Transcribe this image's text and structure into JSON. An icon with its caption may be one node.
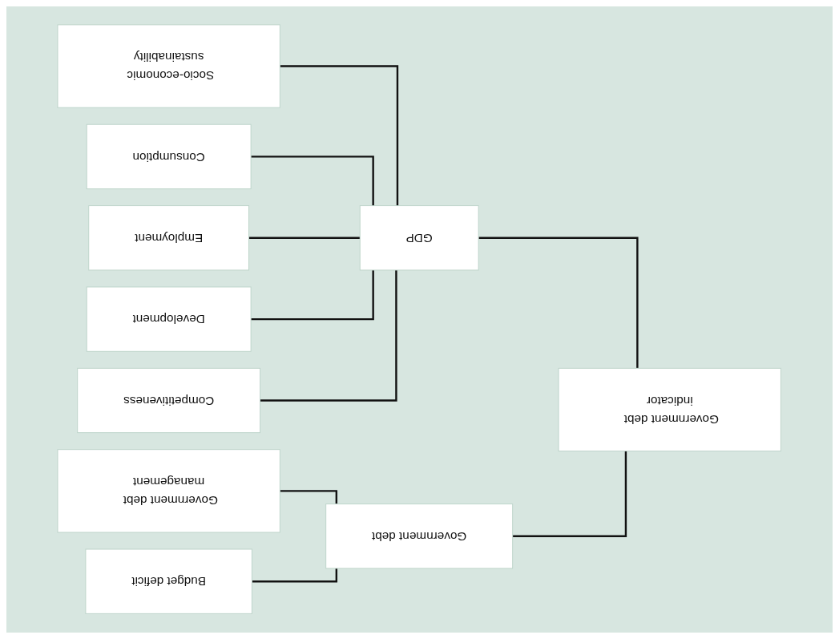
{
  "diagram": {
    "nodes": [
      {
        "text": [
          "Government debt indicator"
        ]
      },
      {
        "text": [
          "Government debt"
        ]
      },
      {
        "text": [
          "Budget deficit"
        ]
      },
      {
        "text": [
          "Government debt management"
        ]
      },
      {
        "text": [
          "GDP"
        ]
      },
      {
        "text": [
          "Competitiveness"
        ]
      },
      {
        "text": [
          "Development"
        ]
      },
      {
        "text": [
          "Employment"
        ]
      },
      {
        "text": [
          "Consumption"
        ]
      },
      {
        "text": [
          "Socio-economic sustainability"
        ]
      }
    ],
    "edges": [
      {
        "from": 0,
        "to": 1,
        "arrow": "none"
      },
      {
        "from": 0,
        "to": 4,
        "arrow": "none"
      },
      {
        "from": 1,
        "to": 2,
        "arrow": "none"
      },
      {
        "from": 1,
        "to": 3,
        "arrow": "none"
      },
      {
        "from": 4,
        "to": 5,
        "arrow": "none"
      },
      {
        "from": 4,
        "to": 6,
        "arrow": "none"
      },
      {
        "from": 4,
        "to": 7,
        "arrow": "none"
      },
      {
        "from": 4,
        "to": 8,
        "arrow": "none"
      },
      {
        "from": 4,
        "to": 9,
        "arrow": "none"
      }
    ]
  }
}
